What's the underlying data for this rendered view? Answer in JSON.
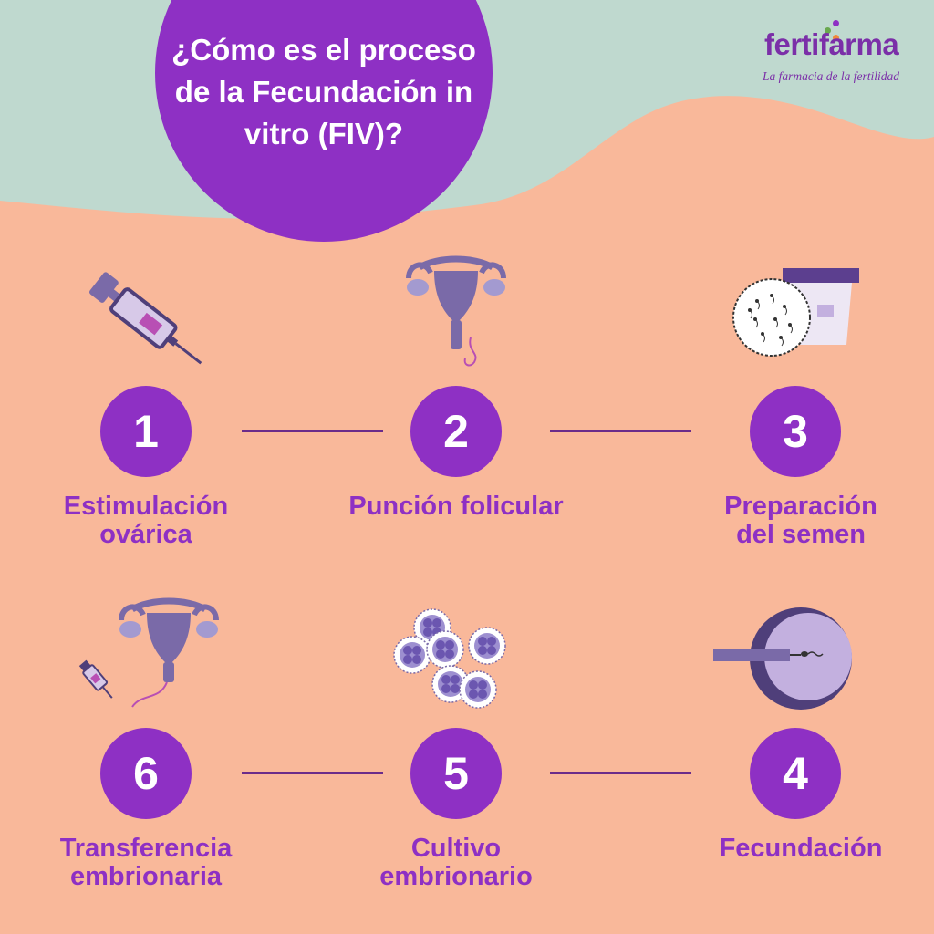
{
  "header": {
    "title": "¿Cómo es el proceso\nde la Fecundación in\nvitro (FIV)?"
  },
  "brand": {
    "name": "fertifarma",
    "tagline": "La farmacia de la fertilidad"
  },
  "colors": {
    "background": "#f9b89a",
    "accent_purple": "#8e30c4",
    "top_blob": "#bfd9cf",
    "connector": "#6b2c8a",
    "brand_dot_purple": "#8e30c4",
    "brand_dot_green": "#6aa84f",
    "brand_dot_orange": "#f08a3c"
  },
  "steps": [
    {
      "number": "1",
      "label": "Estimulación\novárica",
      "icon": "syringe-icon"
    },
    {
      "number": "2",
      "label": "Punción folicular",
      "icon": "uterus-icon"
    },
    {
      "number": "3",
      "label": "Preparación\ndel semen",
      "icon": "sperm-sample-icon"
    },
    {
      "number": "4",
      "label": "Fecundación",
      "icon": "icsi-egg-icon"
    },
    {
      "number": "5",
      "label": "Cultivo\nembrionario",
      "icon": "embryo-cells-icon"
    },
    {
      "number": "6",
      "label": "Transferencia\nembrionaria",
      "icon": "embryo-transfer-icon"
    }
  ]
}
